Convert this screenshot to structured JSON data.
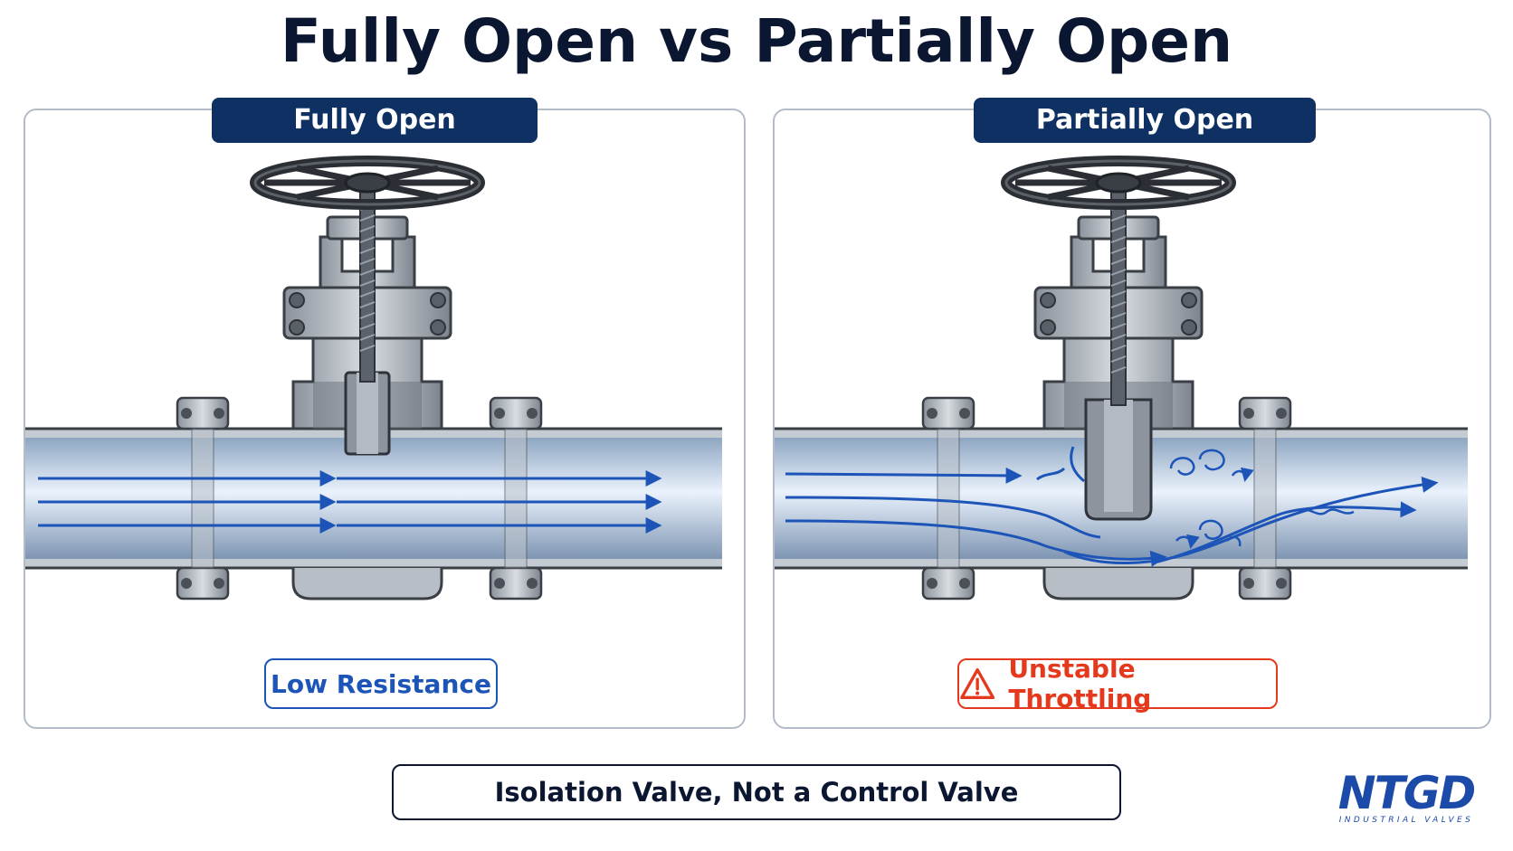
{
  "title": "Fully Open vs Partially Open",
  "panels": {
    "left": {
      "label": "Fully Open",
      "status": "Low Resistance"
    },
    "right": {
      "label": "Partially Open",
      "status": "Unstable Throttling"
    }
  },
  "footer": "Isolation Valve, Not a Control Valve",
  "logo": {
    "mark": "NTGD",
    "subtitle": "INDUSTRIAL VALVES"
  },
  "colors": {
    "navy": "#0e3063",
    "flow_blue": "#1c54b8",
    "warning_red": "#e5391d",
    "steel": "#a7aeb7"
  },
  "icons": [
    "handwheel-icon",
    "warning-triangle-icon",
    "flow-arrow-icon",
    "turbulence-swirl-icon"
  ]
}
